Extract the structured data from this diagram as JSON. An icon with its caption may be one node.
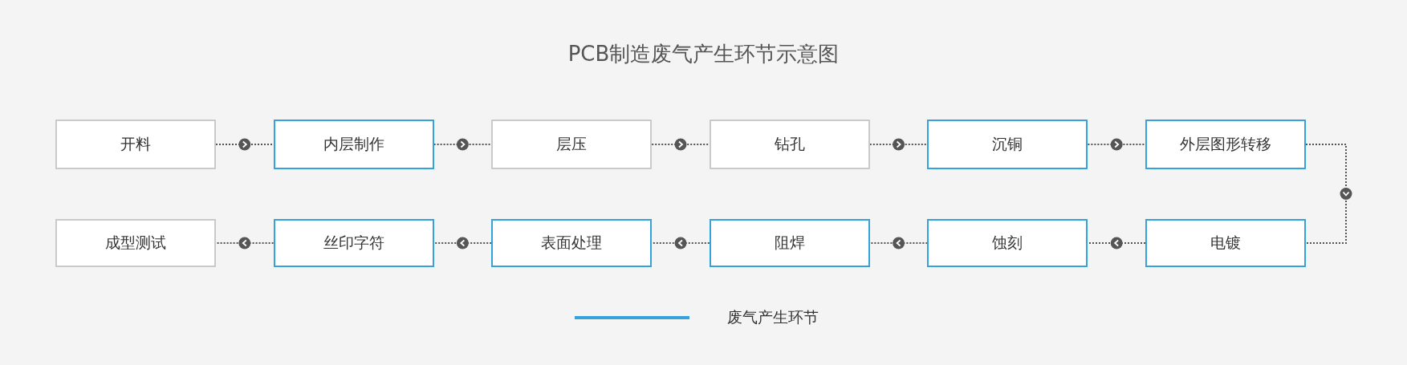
{
  "diagram": {
    "title": "PCB制造废气产生环节示意图",
    "nodes": [
      {
        "text": [
          "开料"
        ]
      },
      {
        "text": [
          "内层制作"
        ]
      },
      {
        "text": [
          "层压"
        ]
      },
      {
        "text": [
          "钻孔"
        ]
      },
      {
        "text": [
          "沉铜"
        ]
      },
      {
        "text": [
          "外层图形转移"
        ]
      },
      {
        "text": [
          "电镀"
        ]
      },
      {
        "text": [
          "蚀刻"
        ]
      },
      {
        "text": [
          "阻焊"
        ]
      },
      {
        "text": [
          "表面处理"
        ]
      },
      {
        "text": [
          "丝印字符"
        ]
      },
      {
        "text": [
          "成型测试"
        ]
      }
    ],
    "edges": [
      {
        "from": 0,
        "to": 1,
        "arrow": "to"
      },
      {
        "from": 1,
        "to": 2,
        "arrow": "to"
      },
      {
        "from": 2,
        "to": 3,
        "arrow": "to"
      },
      {
        "from": 3,
        "to": 4,
        "arrow": "to"
      },
      {
        "from": 4,
        "to": 5,
        "arrow": "to"
      },
      {
        "from": 5,
        "to": 6,
        "arrow": "to"
      },
      {
        "from": 6,
        "to": 7,
        "arrow": "to"
      },
      {
        "from": 7,
        "to": 8,
        "arrow": "to"
      },
      {
        "from": 8,
        "to": 9,
        "arrow": "to"
      },
      {
        "from": 9,
        "to": 10,
        "arrow": "to"
      },
      {
        "from": 10,
        "to": 11,
        "arrow": "to"
      }
    ],
    "legend": [
      {
        "text": "废气产生环节"
      }
    ]
  }
}
